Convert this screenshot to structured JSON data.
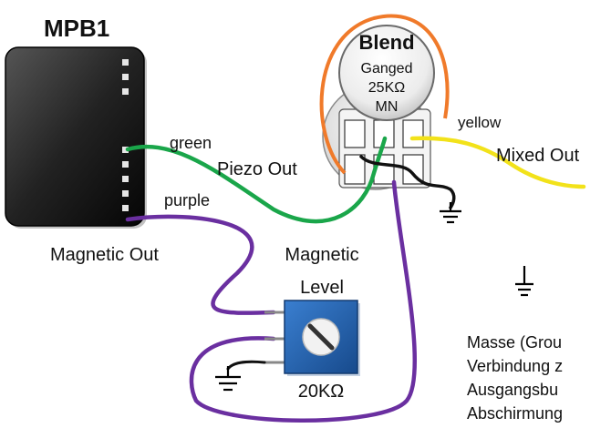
{
  "labels": {
    "mpb_title": "MPB1",
    "blend_title": "Blend",
    "blend_sub1": "Ganged",
    "blend_sub2": "25KΩ",
    "blend_sub3": "MN",
    "wire_green": "green",
    "piezo_out": "Piezo Out",
    "wire_purple": "purple",
    "magnetic_out": "Magnetic Out",
    "magnetic_level_1": "Magnetic",
    "magnetic_level_2": "Level",
    "trimmer_value": "20KΩ",
    "wire_yellow": "yellow",
    "mixed_out": "Mixed Out",
    "note_line1": "Masse (Grou",
    "note_line2": "Verbindung z",
    "note_line3": "Ausgangsbu",
    "note_line4": "Abschirmung"
  },
  "colors": {
    "green_wire": "#1aa64a",
    "purple_wire": "#6a2fa0",
    "yellow_wire": "#f2e21a",
    "orange_ring": "#f07a2a",
    "ground_wire": "#111111",
    "trimmer_blue": "#1f5faa"
  },
  "icons": [
    "ground-icon",
    "trimmer-screw-icon"
  ]
}
